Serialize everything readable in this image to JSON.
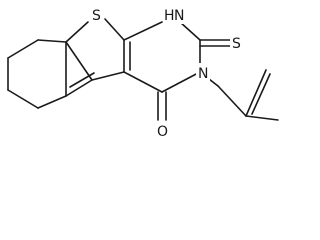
{
  "molecule": {
    "atoms": {
      "sulfur_ring": "S",
      "nitrogen_h": "H",
      "nitrogen_h_n": "N",
      "thione_sulfur": "S",
      "nitrogen_3": "N",
      "carbonyl_oxygen": "O"
    },
    "colors": {
      "bond": "#1a1a1a",
      "text": "#1a1a1a",
      "background": "#ffffff"
    }
  }
}
